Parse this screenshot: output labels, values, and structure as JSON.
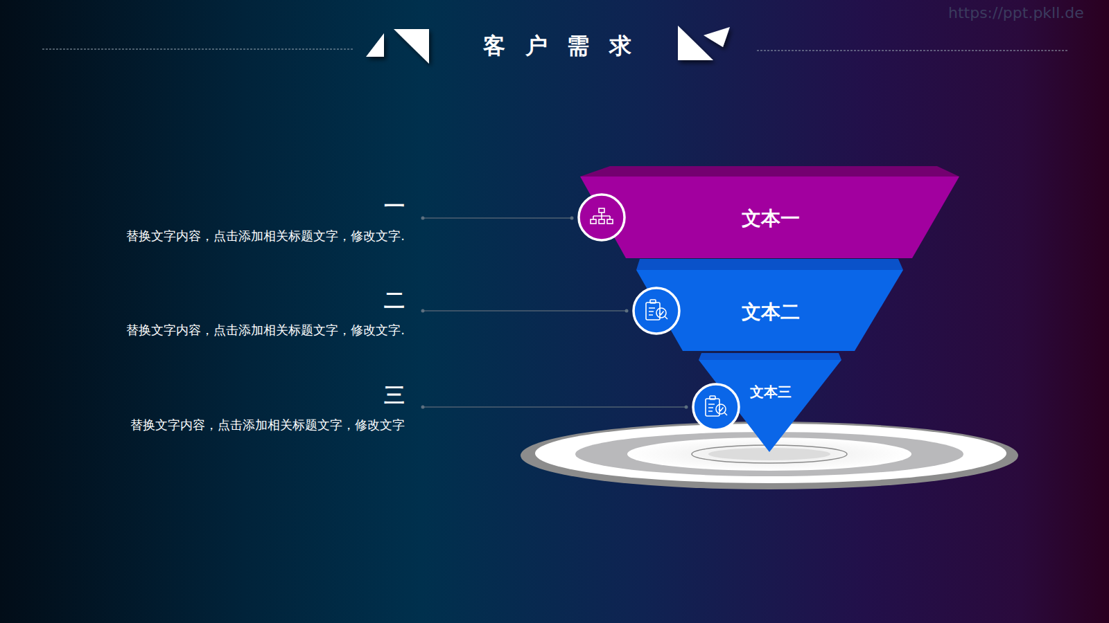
{
  "diagram": {
    "title": "客户需求",
    "nodes": [
      {
        "text": [
          "一",
          "替换文字内容，点击添加相关标题文字，修改文字."
        ]
      },
      {
        "text": [
          "文本一"
        ]
      },
      {
        "text": [
          "二",
          "替换文字内容，点击添加相关标题文字，修改文字."
        ]
      },
      {
        "text": [
          "文本二"
        ]
      },
      {
        "text": [
          "三",
          "替换文字内容，点击添加相关标题文字，修改文字"
        ]
      },
      {
        "text": [
          "文本三"
        ]
      }
    ],
    "edges": [
      {
        "from": 0,
        "to": 1,
        "arrow": "none"
      },
      {
        "from": 2,
        "to": 3,
        "arrow": "none"
      },
      {
        "from": 4,
        "to": 5,
        "arrow": "none"
      }
    ],
    "labels": [
      "https://ppt.pkll.de"
    ]
  }
}
